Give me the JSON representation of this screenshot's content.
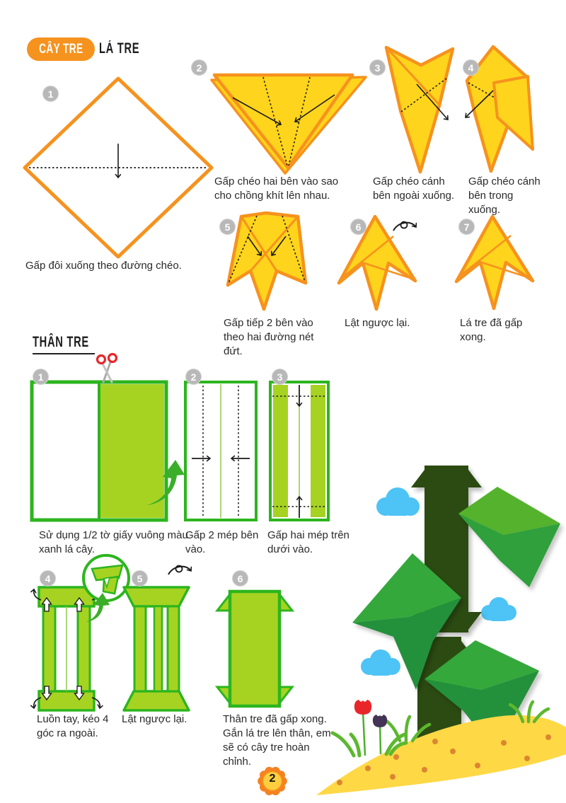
{
  "page": {
    "number": "2"
  },
  "header": {
    "series_badge": "CÂY TRE"
  },
  "sections": {
    "la_tre": {
      "title": "LÁ TRE",
      "steps": [
        {
          "num": "1",
          "caption": "Gấp đôi xuống theo đường chéo."
        },
        {
          "num": "2",
          "caption": "Gấp chéo hai bên vào sao cho chồng khít lên nhau."
        },
        {
          "num": "3",
          "caption": "Gấp chéo cánh bên ngoài xuống."
        },
        {
          "num": "4",
          "caption": "Gấp chéo cánh bên trong xuống."
        },
        {
          "num": "5",
          "caption": "Gấp tiếp 2 bên vào theo hai đường nét đứt."
        },
        {
          "num": "6",
          "caption": "Lật ngược lại."
        },
        {
          "num": "7",
          "caption": "Lá tre đã gấp xong."
        }
      ]
    },
    "than_tre": {
      "title": "THÂN TRE",
      "steps": [
        {
          "num": "1",
          "caption": "Sử dụng 1/2 tờ giấy vuông màu xanh lá cây."
        },
        {
          "num": "2",
          "caption": "Gấp 2 mép bên vào."
        },
        {
          "num": "3",
          "caption": "Gấp hai mép trên dưới vào."
        },
        {
          "num": "4",
          "caption": "Luồn tay, kéo 4 góc ra ngoài."
        },
        {
          "num": "5",
          "caption": "Lật ngược lại."
        },
        {
          "num": "6",
          "caption": "Thân tre đã gấp xong. Gắn lá tre lên thân, em sẽ có cây tre hoàn chỉnh."
        }
      ]
    }
  },
  "icons": {
    "scissors-icon": "✂",
    "flip-arrow-icon": "↷",
    "fold-arrow-icon": "→"
  },
  "colors": {
    "accent_orange": "#F6921E",
    "paper_yellow": "#FFD41C",
    "green_outline": "#2CB51E",
    "paper_lime": "#A6D322",
    "bamboo_dark_green": "#2C4B12",
    "leaf_green": "#2FA03C",
    "leaf_light_green": "#55B22D",
    "cloud_blue": "#4EC3F5",
    "sand_yellow": "#FFD845",
    "sand_dot_orange": "#DC8630",
    "tulip_red": "#E8262A",
    "tulip_purple": "#433456",
    "badge_gray": "#B8B8B8",
    "flower_badge_orange": "#F58220",
    "flower_badge_yellow": "#FFCE3F"
  }
}
